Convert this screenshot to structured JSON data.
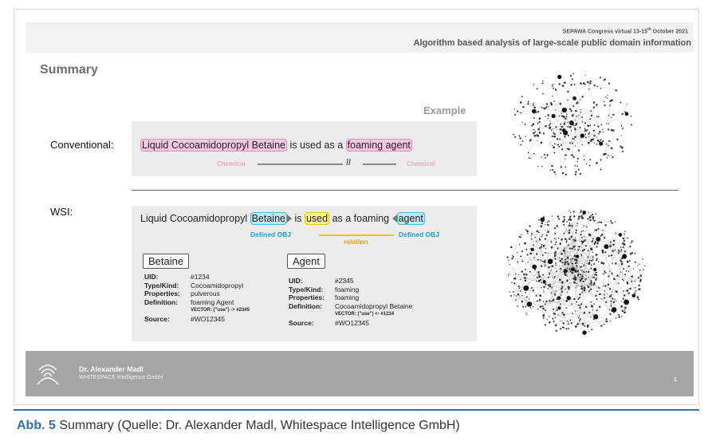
{
  "header": {
    "congress": "SEPAWA Congress virtual 13-15",
    "congress_sup": "th",
    "congress_tail": " October 2021",
    "subtitle": "Algorithm based analysis of large-scale public domain information"
  },
  "slide": {
    "title": "Summary",
    "example_label": "Example",
    "conventional_label": "Conventional:",
    "wsi_label": "WSI:"
  },
  "conventional": {
    "chemical_phrase": "Liquid Cocoamidopropyl Betaine",
    "middle": " is used as a ",
    "foaming_phrase": "foaming agent",
    "chemical_left": "Chemical",
    "chemical_right": "Chemical",
    "break_mark": "//"
  },
  "wsi": {
    "prefix": "Liquid Cocoamidopropyl ",
    "betaine": "Betaine",
    "is": " is ",
    "used": "used",
    "as_foaming": " as a foaming ",
    "agent": "agent",
    "defined_left": "Defined OBJ",
    "relation": "relation",
    "defined_right": "Defined OBJ"
  },
  "betaine_card": {
    "title": "Betaine",
    "uid_k": "UID:",
    "uid_v": "#1234",
    "type_k": "Type/Kind:",
    "type_v": "Cocoamidopropyl",
    "prop_k": "Properties:",
    "prop_v": "pulverous",
    "def_k": "Definition:",
    "def_v": "foaming Agent",
    "vector": "VECTOR: (\"use\") -> #2345",
    "src_k": "Source:",
    "src_v": "#WO12345"
  },
  "agent_card": {
    "title": "Agent",
    "uid_k": "UID:",
    "uid_v": "#2345",
    "type_k": "Type/Kind:",
    "type_v": "foaming",
    "prop_k": "Properties:",
    "prop_v": "foaming",
    "def_k": "Definition:",
    "def_v": "Cocoamidopropyl Betaine",
    "vector": "VECTOR: (\"use\") <- #1234",
    "src_k": "Source:",
    "src_v": "#WO12345"
  },
  "footer": {
    "author": "Dr. Alexander Madl",
    "company": "WHITESPACE Intelligence GmbH",
    "page": "1"
  },
  "caption": {
    "prefix": "Abb. 5",
    "text": " Summary (Quelle: Dr. Alexander Madl, Whitespace Intelligence GmbH)"
  },
  "colors": {
    "pink": "#f7c8e2",
    "blue": "#bfeaf3",
    "yellow": "#fff39a",
    "caption_blue": "#2f6fb3"
  }
}
